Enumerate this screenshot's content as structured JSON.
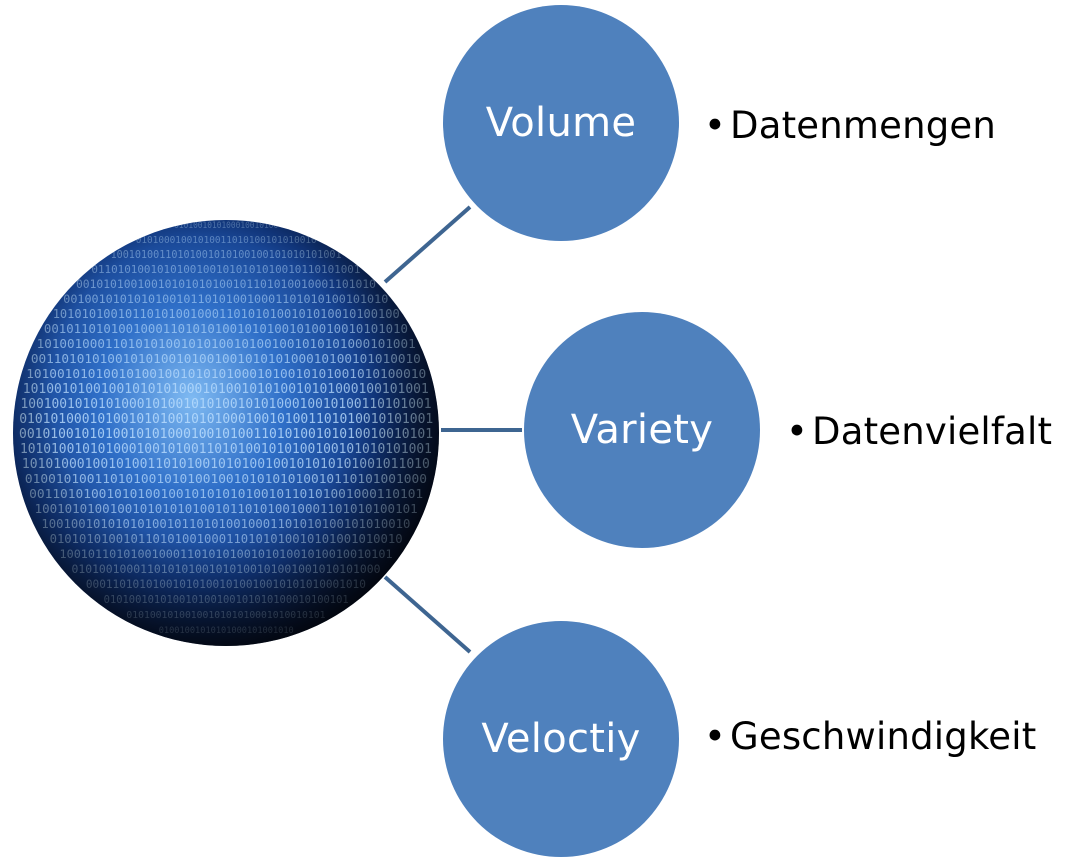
{
  "colors": {
    "node_fill": "#4f81bd",
    "connector": "#3e6591",
    "node_text": "#ffffff",
    "desc_text": "#000000",
    "sphere_dark": "#061028",
    "sphere_mid": "#123a86",
    "sphere_light": "#7fbaf2"
  },
  "hub": {
    "icon": "binary-globe-icon",
    "digits": "0101001010100010010100110101001010100100101010101001011010100100011010101001010100101001001010101000101001"
  },
  "nodes": [
    {
      "label": "Volume",
      "bullet": "•",
      "description": "Datenmengen"
    },
    {
      "label": "Variety",
      "bullet": "•",
      "description": "Datenvielfalt"
    },
    {
      "label": "Veloctiy",
      "bullet": "•",
      "description": "Geschwindigkeit"
    }
  ]
}
